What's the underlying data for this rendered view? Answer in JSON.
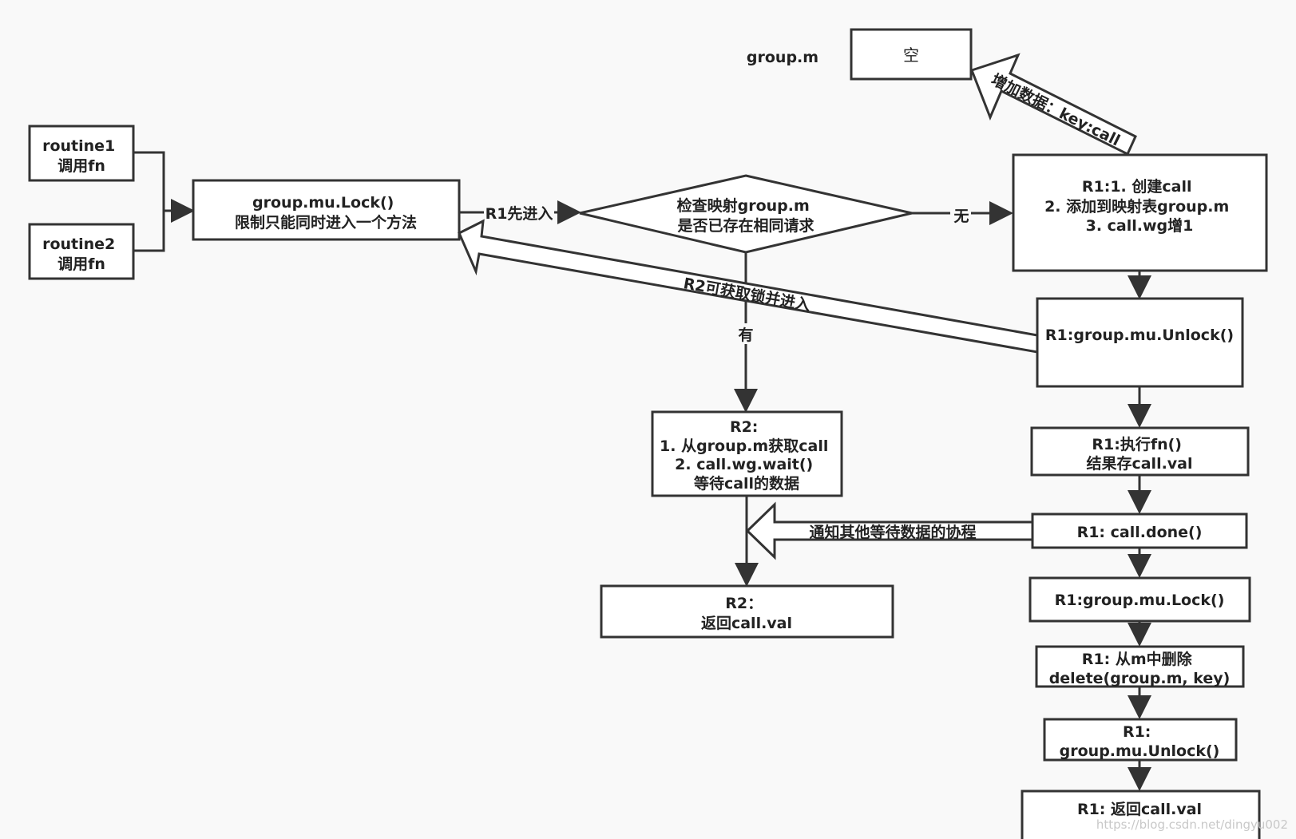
{
  "group_m_label": "group.m",
  "empty_box": "空",
  "add_data_label": "增加数据：key:call",
  "routine1": [
    "routine1",
    "调用fn"
  ],
  "routine2": [
    "routine2",
    "调用fn"
  ],
  "lock_box": [
    "group.mu.Lock()",
    "限制只能同时进入一个方法"
  ],
  "r1_first_label": "R1先进入",
  "check_box": [
    "检查映射group.m",
    "是否已存在相同请求"
  ],
  "none_label": "无",
  "has_label": "有",
  "r1_create_box": [
    "R1:1. 创建call",
    "2. 添加到映射表group.m",
    "3. call.wg增1"
  ],
  "r1_unlock1_box": [
    "R1:group.mu.Unlock()"
  ],
  "r2_lock_label": "R2可获取锁并进入",
  "r2_box": [
    "R2:",
    "1. 从group.m获取call",
    "2. call.wg.wait()",
    "等待call的数据"
  ],
  "r1_exec_box": [
    "R1:执行fn()",
    "结果存call.val"
  ],
  "notify_label": "通知其他等待数据的协程",
  "r1_done_box": [
    "R1: call.done()"
  ],
  "r2_return_box": [
    "R2：",
    "返回call.val"
  ],
  "r1_lock2_box": [
    "R1:group.mu.Lock()"
  ],
  "r1_delete_box": [
    "R1: 从m中删除",
    "delete(group.m, key)"
  ],
  "r1_unlock2_box": [
    "R1:",
    "group.mu.Unlock()"
  ],
  "r1_return_box": [
    "R1: 返回call.val"
  ],
  "watermark": "https://blog.csdn.net/dingyu002",
  "colors": {
    "stroke": "#333333",
    "fill": "#ffffff",
    "background": "#f9f9f9"
  }
}
